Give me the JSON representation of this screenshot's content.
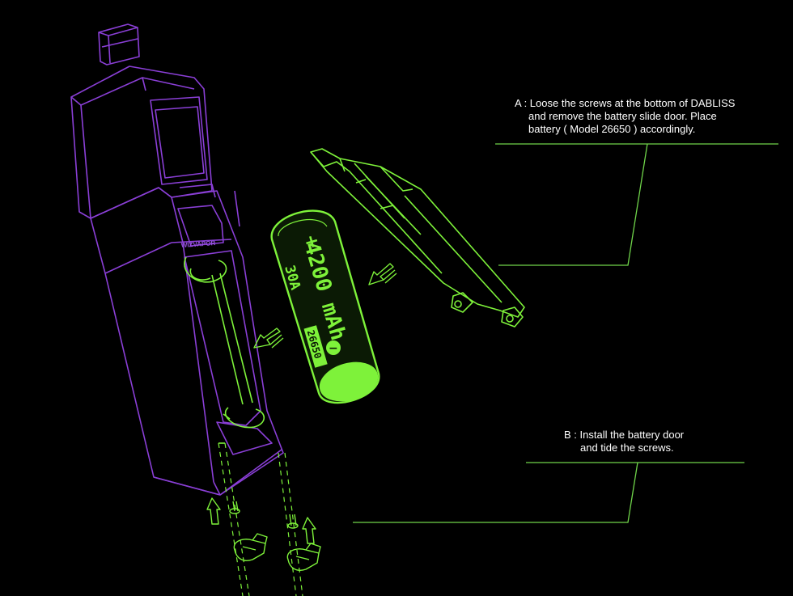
{
  "colors": {
    "background": "#000000",
    "mod_outline": "#8a3fd6",
    "battery_green": "#7ef23a",
    "battery_fill": "#0b1a05",
    "leader_line": "#6fd44a",
    "text": "#ffffff",
    "brand_text": "#9b55e6"
  },
  "device": {
    "brand": "WIZVAPOR"
  },
  "battery": {
    "plus_symbol": "+",
    "minus_symbol": "−",
    "capacity": "4200 mAh",
    "current": "30A",
    "model": "26650"
  },
  "instructions": {
    "step_a": {
      "line1": "A : Loose the screws at the bottom of DABLISS",
      "line2": "and remove the battery slide door.  Place",
      "line3": "battery ( Model 26650 ) accordingly."
    },
    "step_b": {
      "line1": "B : Install the battery door",
      "line2": "and tide the screws."
    }
  },
  "icons": {
    "arrow": "arrow-icon",
    "screw": "screw-icon",
    "screwdriver_hand": "hand-icon"
  }
}
